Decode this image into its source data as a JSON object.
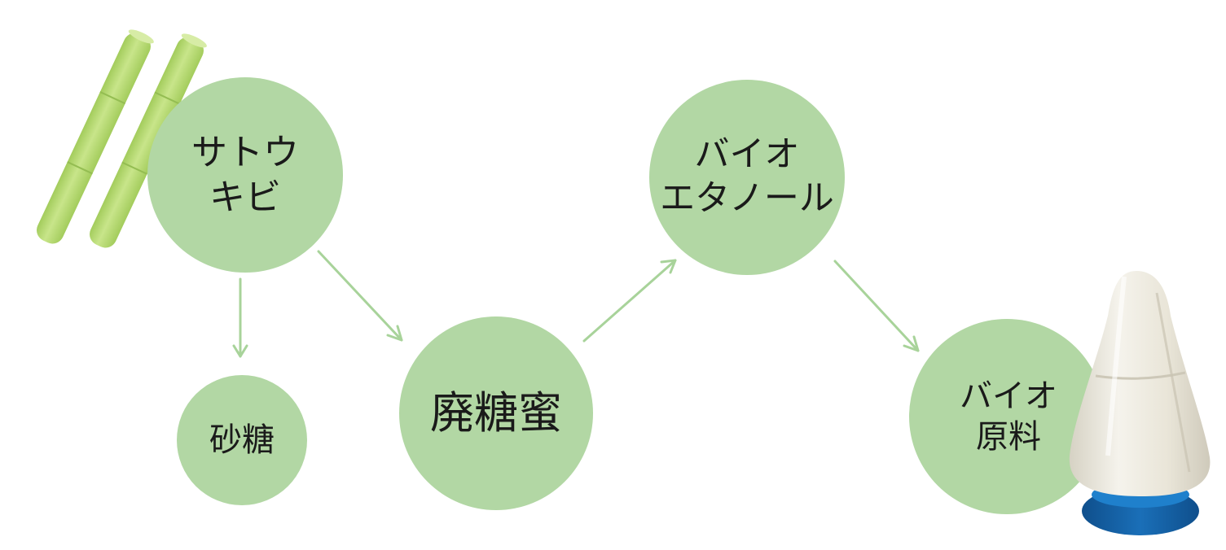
{
  "colors": {
    "node_fill": "#b2d7a4",
    "arrow": "#a8d39a",
    "cane_light": "#c8e58a",
    "cane_mid": "#b6dc6e",
    "cane_dark": "#a3cc5c",
    "bag_body": "#eeebe0",
    "bag_shadow": "#d6d2c4",
    "bag_base": "#1a6fb8",
    "bag_base_dark": "#0f4f8c"
  },
  "nodes": {
    "sugarcane": {
      "line1": "サトウ",
      "line2": "キビ"
    },
    "sugar": {
      "line1": "砂糖"
    },
    "molasses": {
      "line1": "廃糖蜜"
    },
    "bioethanol": {
      "line1": "バイオ",
      "line2": "エタノール"
    },
    "bio_material": {
      "line1": "バイオ",
      "line2": "原料"
    }
  },
  "edges": [
    {
      "from": "sugarcane",
      "to": "sugar"
    },
    {
      "from": "sugarcane",
      "to": "molasses"
    },
    {
      "from": "molasses",
      "to": "bioethanol"
    },
    {
      "from": "bioethanol",
      "to": "bio_material"
    }
  ],
  "images": {
    "sugarcane_stalks": "sugarcane-stalks-icon",
    "resin_bag": "resin-bag-icon"
  }
}
